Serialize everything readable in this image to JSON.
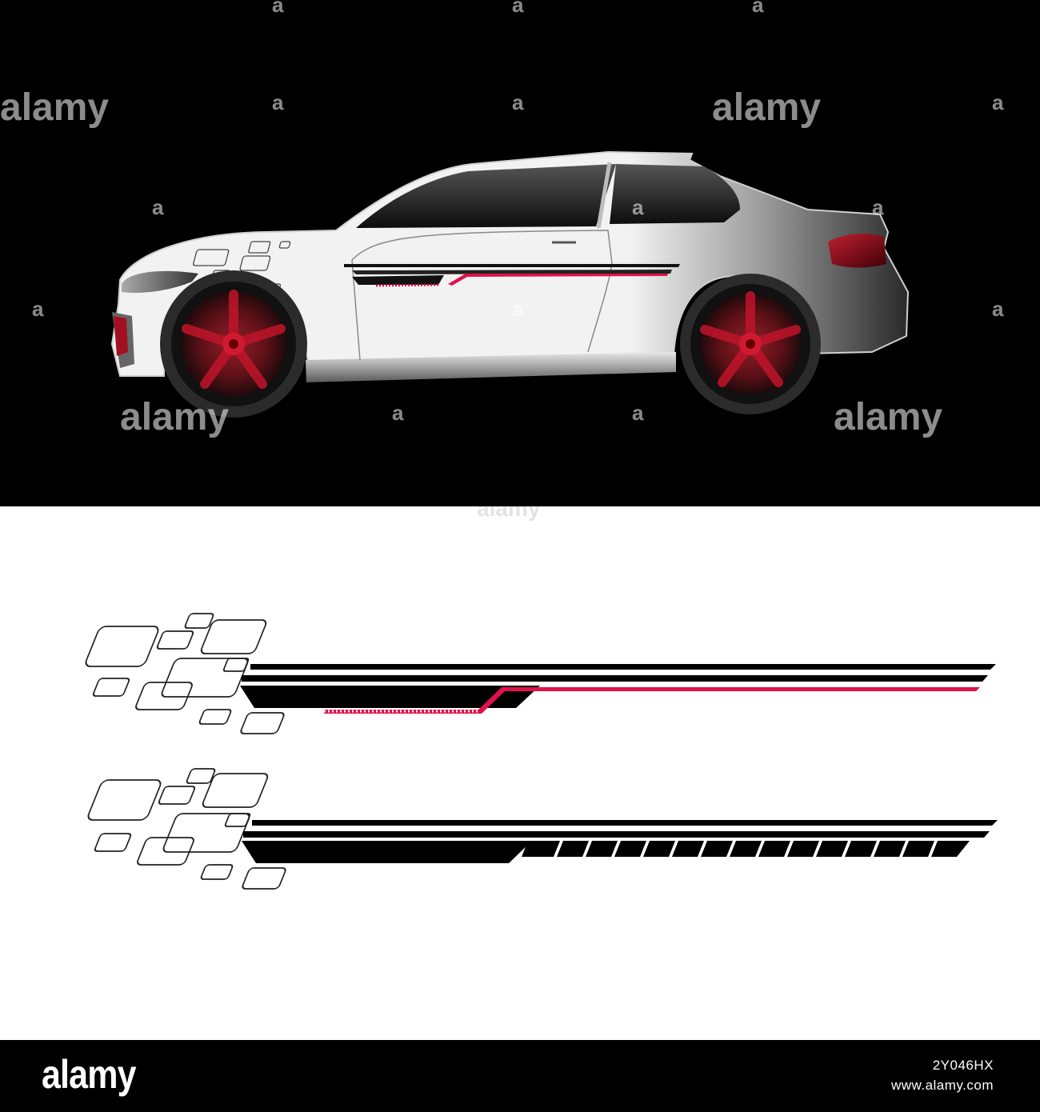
{
  "watermark": {
    "brand": "alamy",
    "small": "a"
  },
  "footer": {
    "brand": "alamy",
    "image_id": "2Y046HX",
    "url": "www.alamy.com"
  },
  "colors": {
    "accent_red": "#e0114a",
    "car_body": "#f4f4f4",
    "background_top": "#000000"
  }
}
